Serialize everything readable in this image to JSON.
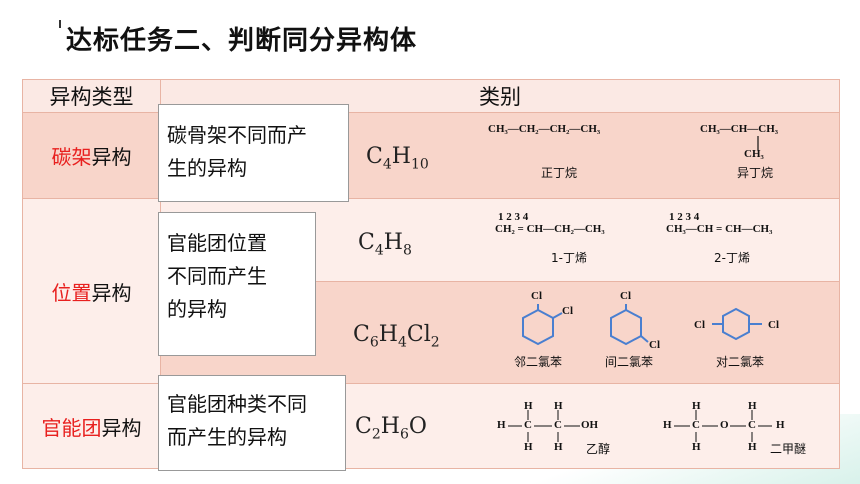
{
  "title": "达标任务二、判断同分异构体",
  "header": {
    "col1": "异构类型",
    "col2": "类别"
  },
  "rows": {
    "carbon": {
      "type_red": "碳架",
      "type_rest": "异构",
      "desc_line1": "碳骨架不同而产",
      "desc_line2": "生的异构",
      "formula": {
        "p1": "C",
        "s1": "4",
        "p2": "H",
        "s2": "10"
      },
      "struct1": "CH₃—CH₂—CH₂—CH₃",
      "struct2": "CH₃—CH—CH₃",
      "struct2_branch": "CH₃",
      "name1": "正丁烷",
      "name2": "异丁烷"
    },
    "position": {
      "type_red": "位置",
      "type_rest": "异构",
      "desc_line1": "官能团位置",
      "desc_line2": "不同而产生",
      "desc_line3": "的异构",
      "formula1": {
        "p1": "C",
        "s1": "4",
        "p2": "H",
        "s2": "8"
      },
      "formula2": {
        "p1": "C",
        "s1": "6",
        "p2": "H",
        "s2": "4",
        "p3": "Cl",
        "s3": "2"
      },
      "nums1": "1        2        3        4",
      "nums2": "1        2        3        4",
      "struct1": "CH₂ = CH—CH₂—CH₃",
      "struct2": "CH₃—CH = CH—CH₃",
      "name1": "1-丁烯",
      "name2": "2-丁烯",
      "cl": "Cl",
      "name3": "邻二氯苯",
      "name4": "间二氯苯",
      "name5": "对二氯苯"
    },
    "functional": {
      "type_red": "官能团",
      "type_rest": "异构",
      "desc_line1": "官能团种类不同",
      "desc_line2": "而产生的异构",
      "formula": {
        "p1": "C",
        "s1": "2",
        "p2": "H",
        "s2": "6",
        "p3": "O",
        "s3": ""
      },
      "h": "H",
      "c": "C",
      "o": "O",
      "oh": "OH",
      "name1": "乙醇",
      "name2": "二甲醚"
    }
  }
}
